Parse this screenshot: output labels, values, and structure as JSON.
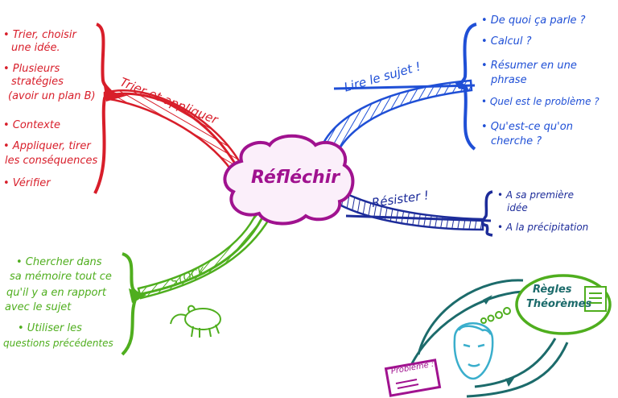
{
  "center": {
    "label": "Réfléchir"
  },
  "branches": {
    "left_top": {
      "label": "Trier et appliquer",
      "items": [
        "• Trier, choisir",
        "une idée.",
        "• Plusieurs",
        "stratégies",
        "(avoir un plan B)",
        "• Contexte",
        "• Appliquer, tirer",
        "les conséquences",
        "• Vérifier"
      ]
    },
    "right_top": {
      "label": "Lire le sujet !",
      "items": [
        "• De quoi ça parle ?",
        "• Calcul ?",
        "• Résumer en une",
        "phrase",
        "• Quel est le problème ?",
        "• Qu'est-ce qu'on",
        "cherche ?"
      ]
    },
    "right_mid": {
      "label": "Résister !",
      "items": [
        "• A sa première",
        "idée",
        "• A la précipitation"
      ]
    },
    "left_bottom": {
      "label": "STOCK",
      "items": [
        "• Chercher dans",
        "sa mémoire tout ce",
        "qu'il y a en rapport",
        "avec le sujet",
        "• Utiliser les",
        "questions précédentes"
      ]
    },
    "bottom_right": {
      "bubble_line1": "Règles",
      "bubble_line2": "Théorèmes",
      "card_label": "Problème :"
    }
  },
  "colors": {
    "red": "#d81e2a",
    "blue": "#1f4fd6",
    "navy": "#1d2c9a",
    "green": "#4fae1e",
    "teal": "#1c6b6b",
    "purple": "#a0128f"
  }
}
